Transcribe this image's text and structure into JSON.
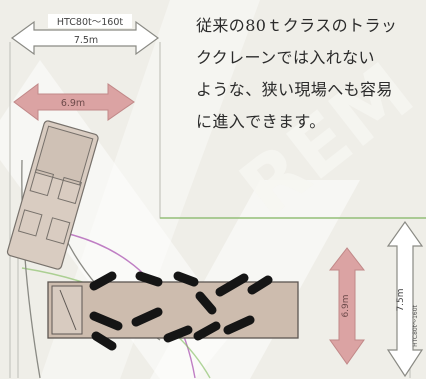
{
  "caption": {
    "lines": [
      "従来の80ｔクラスのトラッ",
      "ククレーンでは入れない",
      "ような、狭い現場へも容易",
      "に進入できます。"
    ]
  },
  "diagram": {
    "top_span_model": "HTC80t〜160t",
    "top_span_width": "7.5m",
    "mid_span_width": "6.9m",
    "right_pink_label": "6.9m",
    "right_outline_label": "7.5m",
    "right_outline_model": "HTC80t〜160t"
  },
  "watermark": {
    "text": "REM"
  },
  "colors": {
    "background": "#efeee8",
    "road_line": "#cfcfc8",
    "accent_pink": "#dba3a3",
    "vehicle_body": "#cdbcae",
    "outrigger": "#111111",
    "green_line": "#7dbb58",
    "purple_line": "#b05fb6"
  }
}
